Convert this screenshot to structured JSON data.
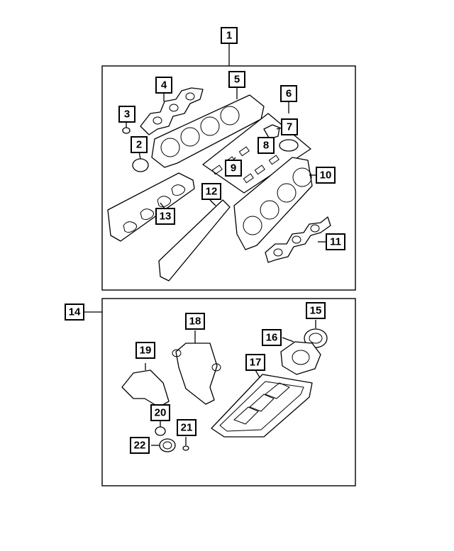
{
  "callouts": {
    "c1": "1",
    "c2": "2",
    "c3": "3",
    "c4": "4",
    "c5": "5",
    "c6": "6",
    "c7": "7",
    "c8": "8",
    "c9": "9",
    "c10": "10",
    "c11": "11",
    "c12": "12",
    "c13": "13",
    "c14": "14",
    "c15": "15",
    "c16": "16",
    "c17": "17",
    "c18": "18",
    "c19": "19",
    "c20": "20",
    "c21": "21",
    "c22": "22"
  }
}
